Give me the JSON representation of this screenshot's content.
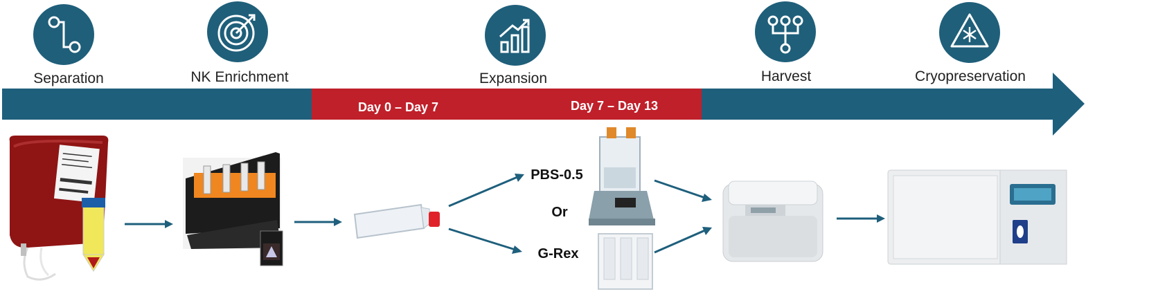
{
  "steps": [
    {
      "label": "Separation",
      "icon": "branch-network-icon"
    },
    {
      "label": "NK Enrichment",
      "icon": "target-dart-icon"
    },
    {
      "label": "Expansion",
      "icon": "growth-bar-chart-icon"
    },
    {
      "label": "Harvest",
      "icon": "tree-hierarchy-icon"
    },
    {
      "label": "Cryopreservation",
      "icon": "snowflake-warning-icon"
    }
  ],
  "timeline": {
    "phase1": "Day 0 – Day 7",
    "phase2": "Day 7 – Day 13"
  },
  "methods": {
    "option1": "PBS-0.5",
    "connector": "Or",
    "option2": "G-Rex"
  },
  "colors": {
    "timeline_blue": "#1e5f7c",
    "phase_red": "#c0202a",
    "icon_circle": "#1f5f7a",
    "flow_arrow": "#1e5f7c"
  }
}
